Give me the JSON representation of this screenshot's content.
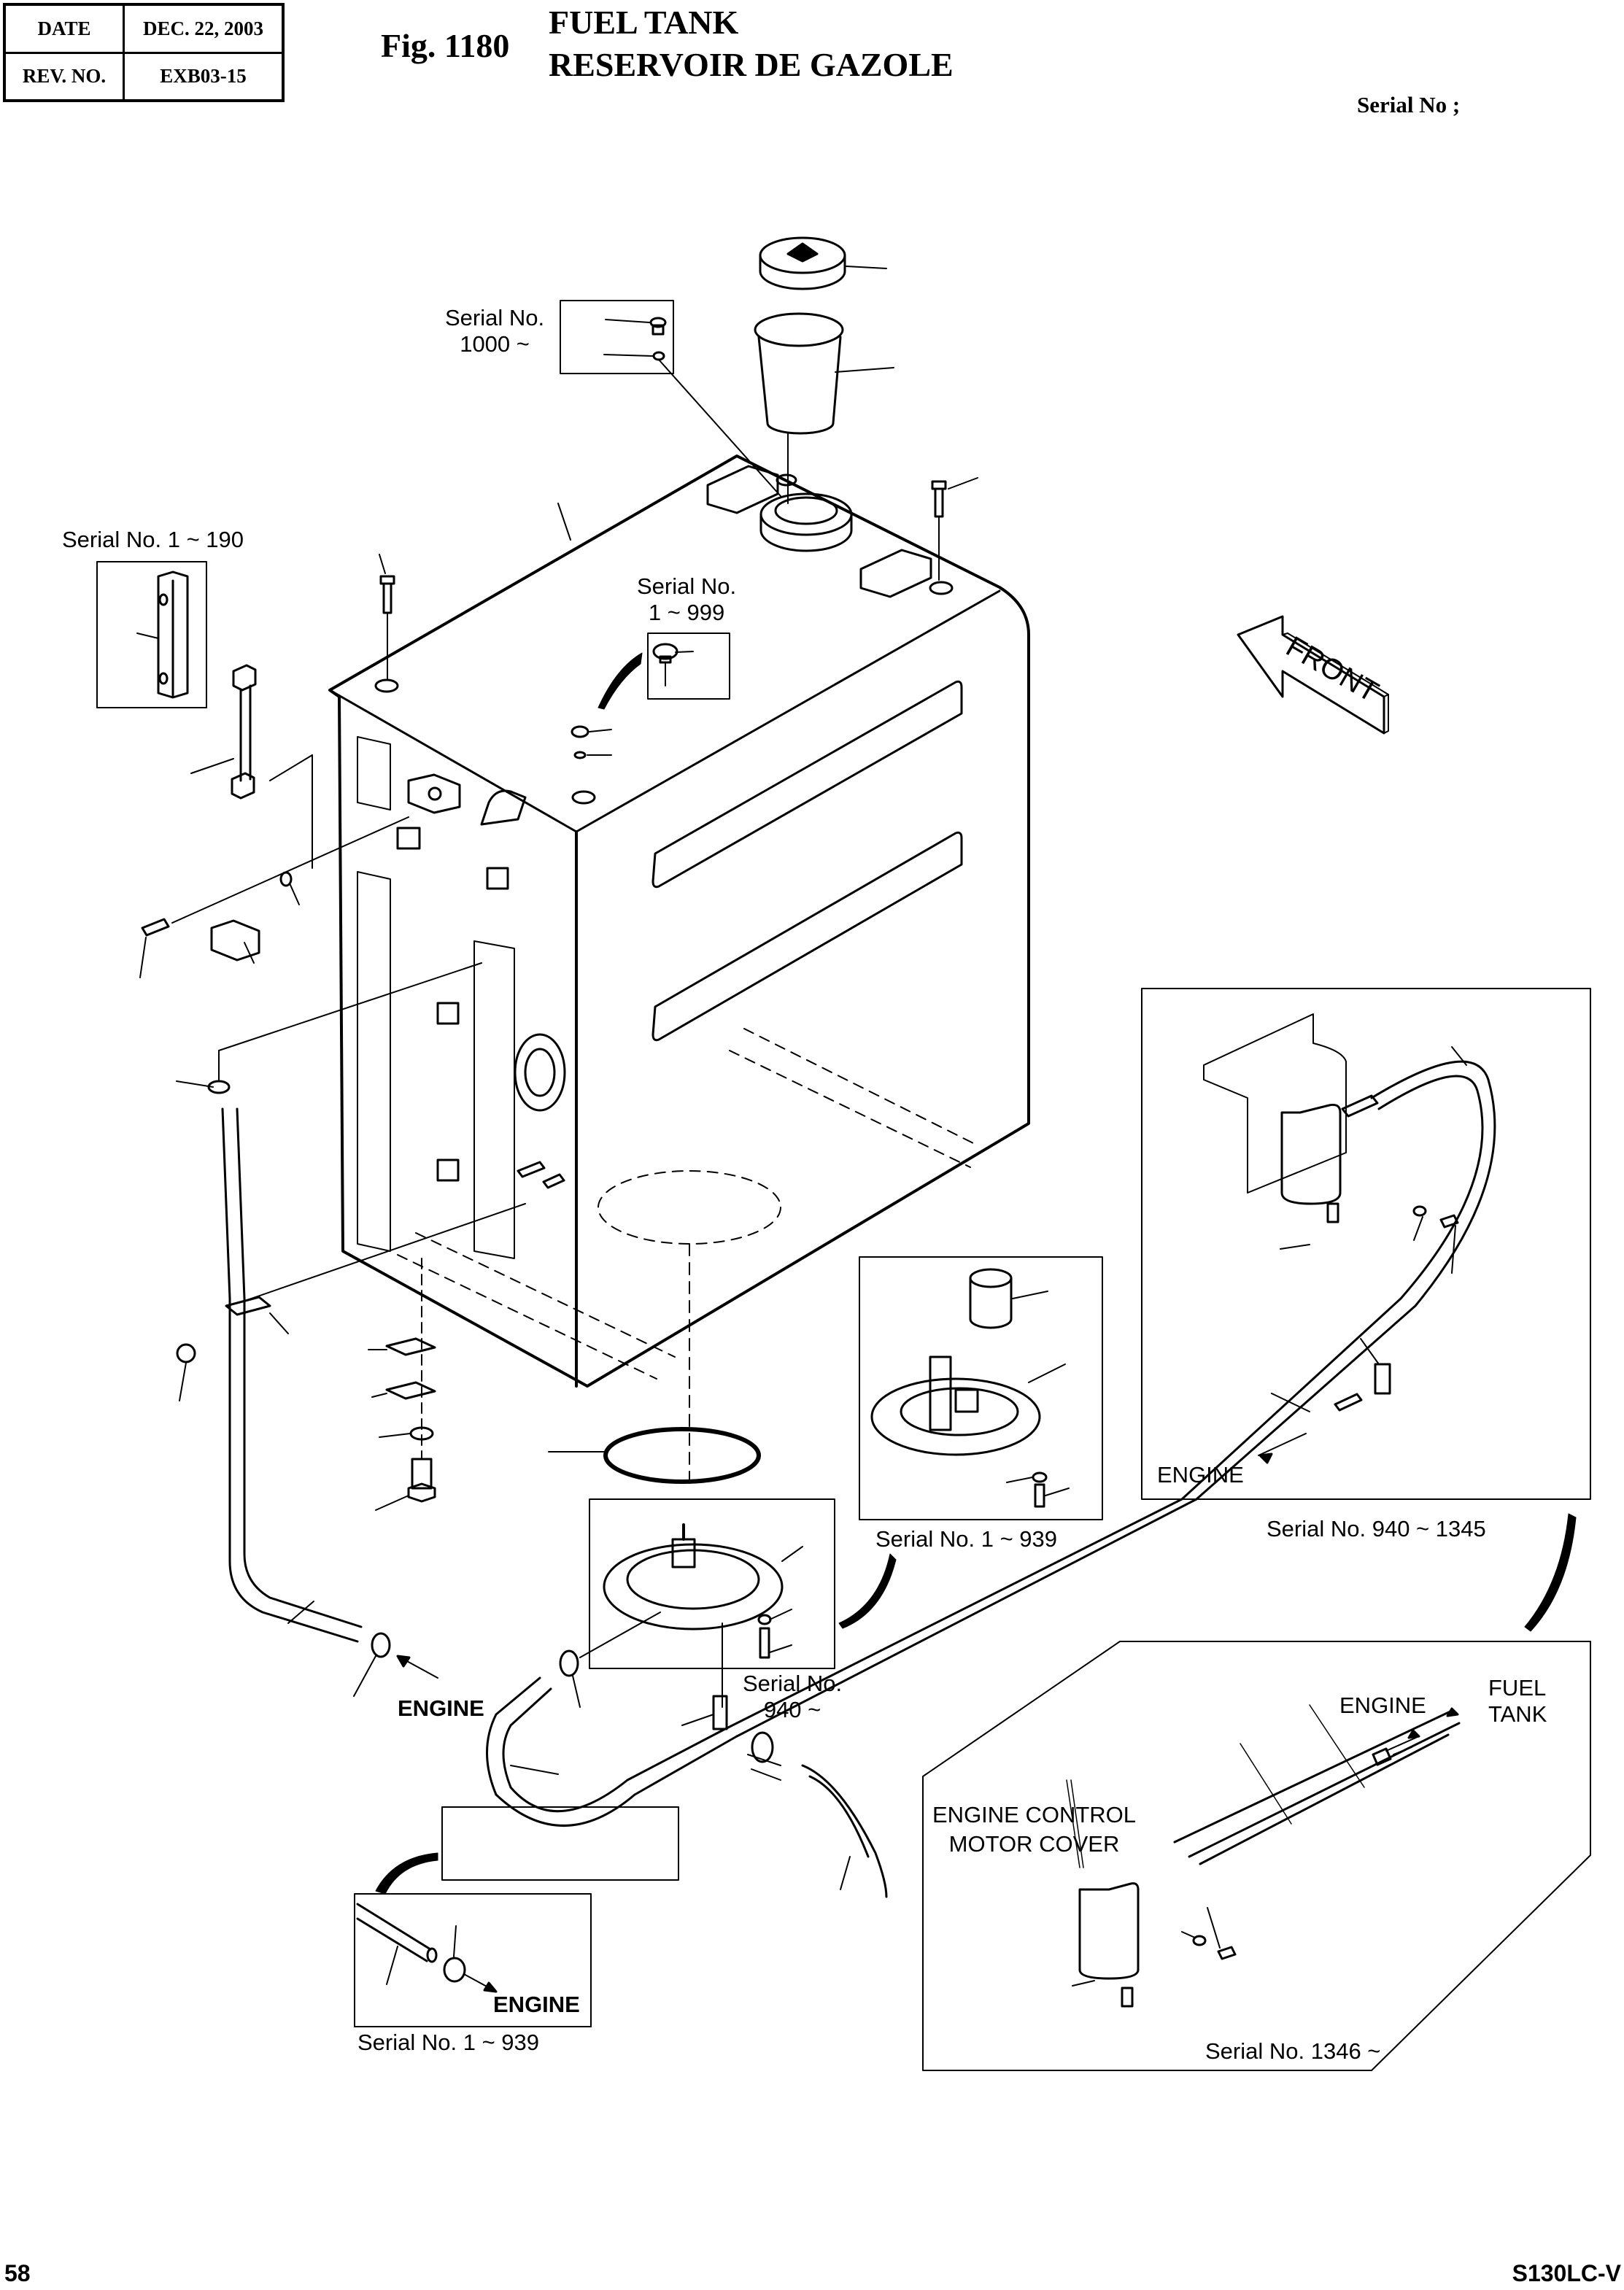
{
  "header": {
    "date_label": "DATE",
    "date_value": "DEC. 22, 2003",
    "rev_label": "REV. NO.",
    "rev_value": "EXB03-15",
    "figure_number": "Fig. 1180",
    "title_en": "FUEL TANK",
    "title_fr": "RESERVOIR DE GAZOLE",
    "serial_header": "Serial No ;"
  },
  "labels": {
    "serial_1000_line1": "Serial No.",
    "serial_1000_line2": "1000 ~",
    "serial_1_190": "Serial No. 1 ~ 190",
    "serial_1_999_line1": "Serial No.",
    "serial_1_999_line2": "1 ~ 999",
    "front_arrow": "FRONT",
    "engine_left": "ENGINE",
    "serial_940_line1": "Serial No.",
    "serial_940_line2": "940 ~",
    "serial_1_939_filter": "Serial No. 1 ~ 939",
    "engine_box_940": "ENGINE",
    "serial_940_1345": "Serial No. 940 ~ 1345",
    "engine_small_box": "ENGINE",
    "serial_1_939_small": "Serial No. 1 ~ 939",
    "engine_1346": "ENGINE",
    "fuel_tank_line1": "FUEL",
    "fuel_tank_line2": "TANK",
    "engine_control_line1": "ENGINE CONTROL",
    "engine_control_line2": "MOTOR COVER",
    "serial_1346": "Serial No. 1346 ~"
  },
  "footer": {
    "page_number": "58",
    "model": "S130LC-V"
  }
}
